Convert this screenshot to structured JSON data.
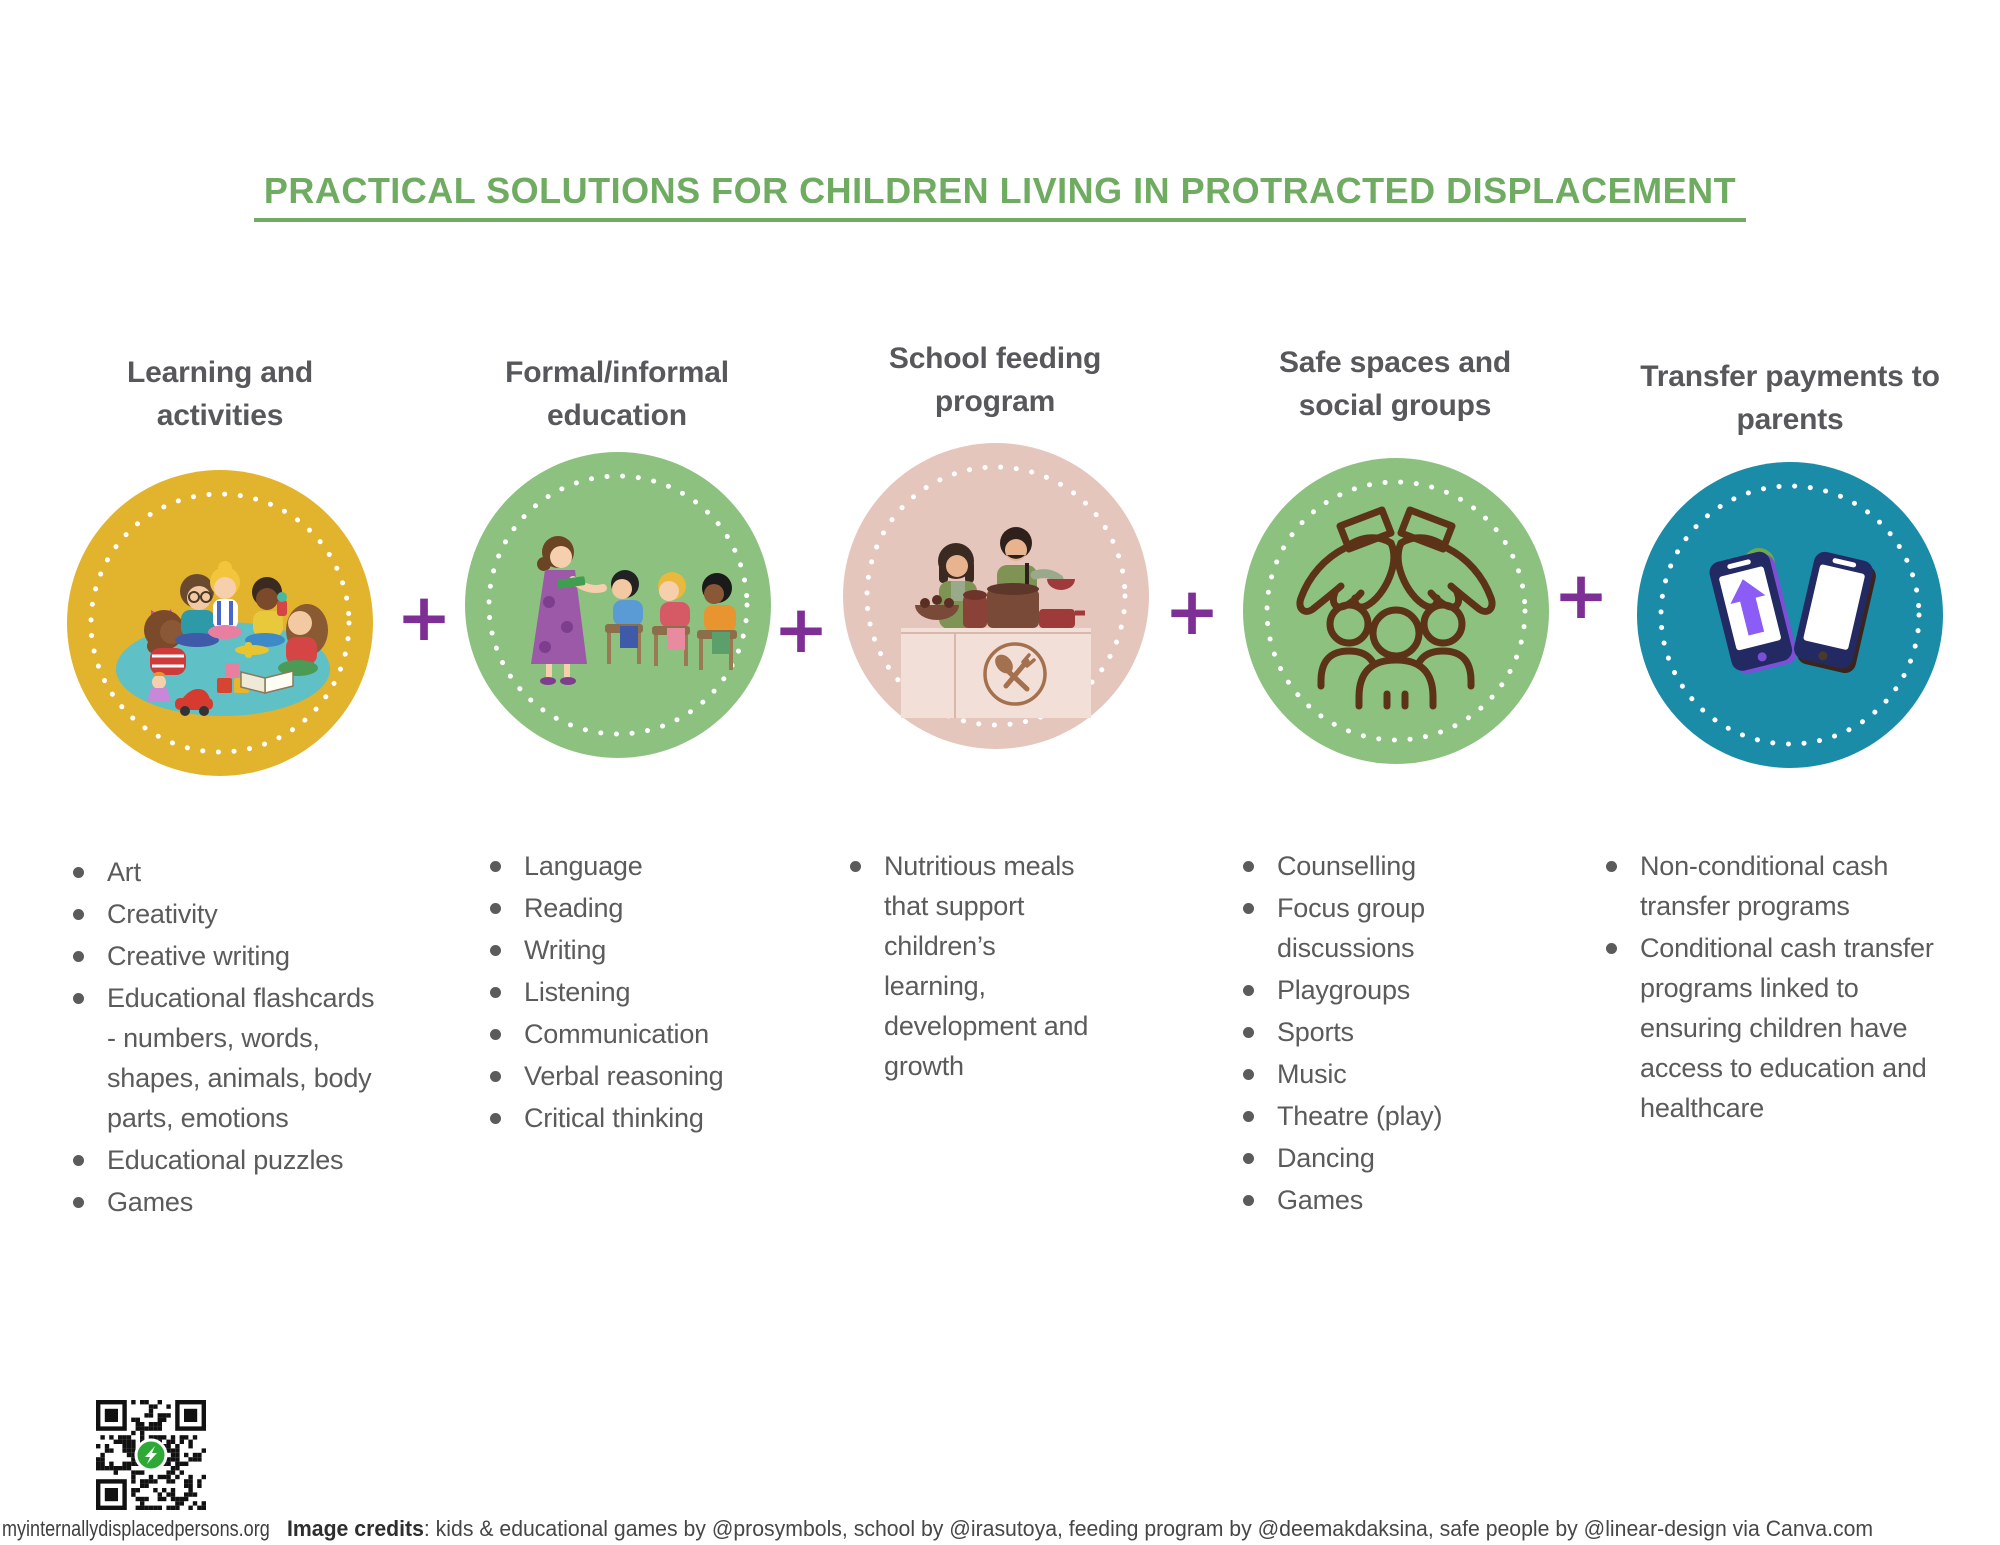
{
  "title": "PRACTICAL SOLUTIONS FOR CHILDREN LIVING IN PROTRACTED DISPLACEMENT",
  "plus_symbol": "+",
  "colors": {
    "title_green": "#6FAC62",
    "plus_purple": "#7D2F96",
    "circle_yellow": "#E2B32C",
    "circle_green": "#8CC17F",
    "circle_pink": "#E5C6BD",
    "circle_teal": "#1A8CA8",
    "heading_gray": "#57585B",
    "body_gray": "#5B5B5B"
  },
  "columns": [
    {
      "heading": "Learning and activities",
      "icon": "children-playing-illustration",
      "items": [
        "Art",
        "Creativity",
        "Creative writing",
        "Educational flashcards - numbers, words, shapes, animals, body parts, emotions",
        "Educational puzzles",
        "Games"
      ]
    },
    {
      "heading": "Formal/informal education",
      "icon": "classroom-teaching-illustration",
      "items": [
        "Language",
        "Reading",
        "Writing",
        "Listening",
        "Communication",
        "Verbal reasoning",
        "Critical thinking"
      ]
    },
    {
      "heading": "School feeding program",
      "icon": "school-feeding-illustration",
      "items": [
        "Nutritious meals that support children’s learning, development and growth"
      ]
    },
    {
      "heading": "Safe spaces and social groups",
      "icon": "protective-hands-people-icon",
      "items": [
        "Counselling",
        "Focus group discussions",
        "Playgroups",
        "Sports",
        "Music",
        "Theatre (play)",
        "Dancing",
        "Games"
      ]
    },
    {
      "heading": "Transfer payments to parents",
      "icon": "mobile-payment-illustration",
      "items": [
        "Non-conditional cash transfer programs",
        "Conditional cash transfer programs linked to ensuring children have access to education and healthcare"
      ]
    }
  ],
  "footer": {
    "website": "myinternallydisplacedpersons.org",
    "credits_label": "Image credits",
    "credits_text": ": kids & educational games by @prosymbols, school by @irasutoya, feeding program by @deemakdaksina, safe people by @linear-design via Canva.com"
  }
}
